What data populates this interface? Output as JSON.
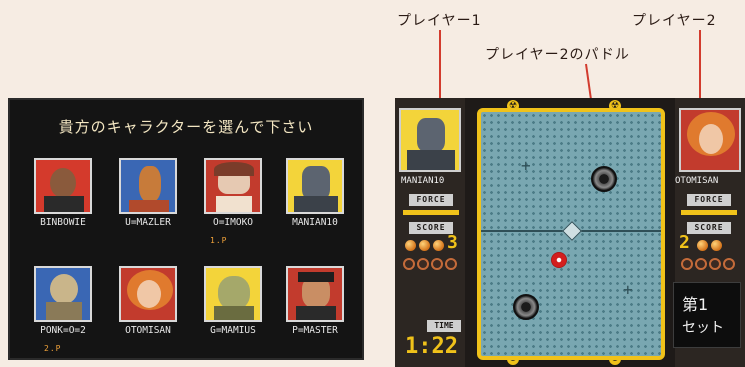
{
  "annotations": {
    "player1": "プレイヤー1",
    "player2": "プレイヤー2",
    "player2_paddle": "プレイヤー2のパドル"
  },
  "select_screen": {
    "title": "貴方のキャラクターを選んで下さい",
    "characters": [
      {
        "name": "BINBOWIE",
        "color": "#d43a2c"
      },
      {
        "name": "U=MAZLER",
        "color": "#3a67b4"
      },
      {
        "name": "O=IMOKO",
        "color": "#c23b2d"
      },
      {
        "name": "MANIAN10",
        "color": "#f3d43a"
      },
      {
        "name": "PONK=O=2",
        "color": "#3a67b4"
      },
      {
        "name": "OTOMISAN",
        "color": "#c23b2d"
      },
      {
        "name": "G=MAMIUS",
        "color": "#f3d43a"
      },
      {
        "name": "P=MASTER",
        "color": "#c23b2d"
      }
    ],
    "cpu_tags": [
      "1.P",
      "2.P"
    ]
  },
  "match_screen": {
    "player1": {
      "name": "MANIAN10",
      "score": "3",
      "portrait_color": "#f3d43a"
    },
    "player2": {
      "name": "OTOMISAN",
      "score": "2",
      "portrait_color": "#c23b2d"
    },
    "labels": {
      "force": "FORCE",
      "score": "SCORE",
      "time": "TIME"
    },
    "time": "1:22",
    "set_line1": "第1",
    "set_line2": "セット",
    "colors": {
      "accent": "#f0c21a",
      "field": "#79a7b1"
    }
  }
}
